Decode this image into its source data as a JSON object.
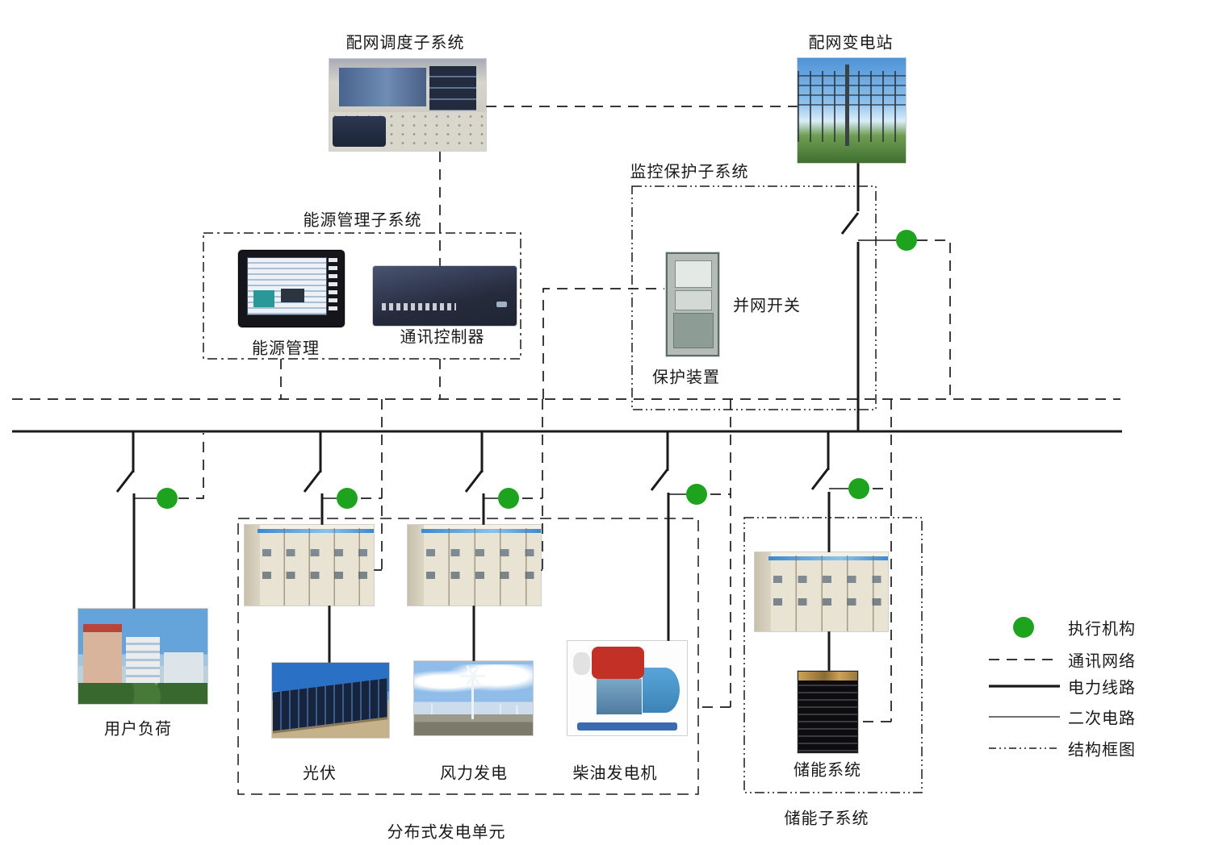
{
  "nodes": {
    "dispatch": "配网调度子系统",
    "substation": "配网变电站",
    "ems_box": "能源管理子系统",
    "ems_device": "能源管理",
    "comm_controller": "通讯控制器",
    "protection_box": "监控保护子系统",
    "protection_device": "保护装置",
    "grid_switch": "并网开关",
    "user_load": "用户负荷",
    "pv": "光伏",
    "wind": "风力发电",
    "diesel": "柴油发电机",
    "dg_box": "分布式发电单元",
    "storage_system": "储能系统",
    "storage_box": "储能子系统"
  },
  "legend": {
    "items": [
      {
        "label": "执行机构",
        "symbol": "actuator-dot"
      },
      {
        "label": "通讯网络",
        "symbol": "dashed-line"
      },
      {
        "label": "电力线路",
        "symbol": "thick-line"
      },
      {
        "label": "二次电路",
        "symbol": "thin-line"
      },
      {
        "label": "结构框图",
        "symbol": "dash-dot-line"
      }
    ]
  },
  "colors": {
    "actuator_green": "#1ea31e",
    "line_black": "#1a1a1a",
    "background": "#ffffff"
  }
}
